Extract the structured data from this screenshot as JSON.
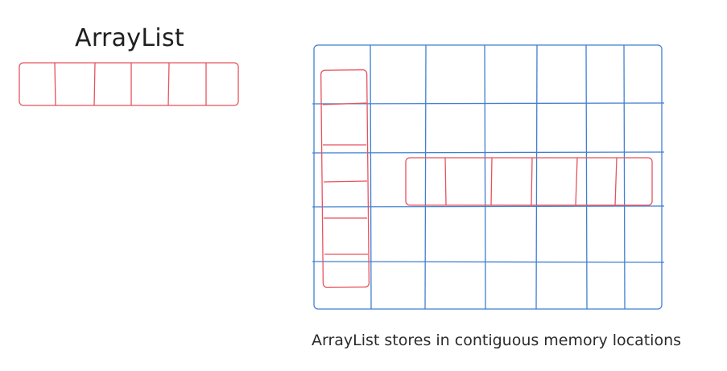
{
  "diagram": {
    "title": "ArrayList",
    "caption": "ArrayList stores in contiguous memory locations",
    "colors": {
      "array_stroke": "#e8525c",
      "grid_stroke": "#3f7fd1",
      "text": "#222222"
    },
    "array": {
      "cell_count": 6
    },
    "memory_grid": {
      "rows": 5,
      "columns": 7
    },
    "vertical_array": {
      "cell_count": 6
    },
    "horizontal_array": {
      "cell_count": 6
    }
  }
}
